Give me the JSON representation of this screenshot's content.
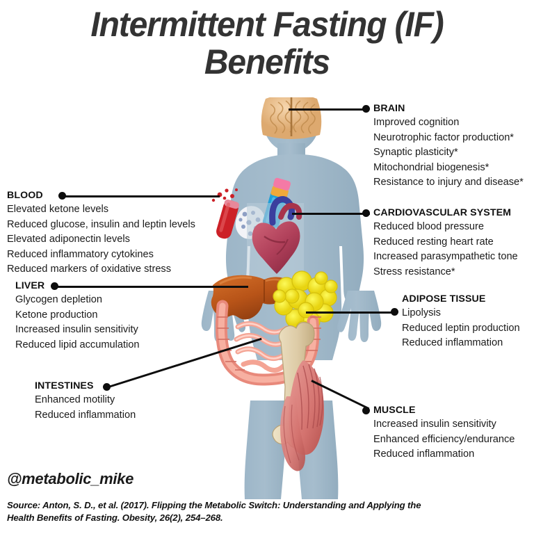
{
  "title": "Intermittent Fasting (IF)\nBenefits",
  "handle": "@metabolic_mike",
  "source": "Source: Anton, S. D.,  et al. (2017). Flipping the Metabolic Switch: Understanding and Applying the\nHealth Benefits of Fasting. Obesity, 26(2), 254–268.",
  "colors": {
    "silhouette": "#a1bacb",
    "silhouette_shadow": "#93aec0",
    "text": "#1a1a1a",
    "title": "#333333",
    "leader": "#0d0d0d",
    "background": "#ffffff",
    "brain": "#e8b887",
    "heart": "#b5465c",
    "liver": "#b4561f",
    "intestine": "#f09a8a",
    "adipose": "#f2e31c",
    "muscle": "#e08a88",
    "bone": "#ddcba6",
    "blood_red": "#cc2027",
    "blood_blue": "#1f9fd8"
  },
  "callouts": [
    {
      "id": "brain",
      "heading": "BRAIN",
      "items": [
        "Improved cognition",
        "Neurotrophic factor production*",
        "Synaptic plasticity*",
        "Mitochondrial biogenesis*",
        "Resistance to injury and disease*"
      ]
    },
    {
      "id": "blood",
      "heading": "BLOOD",
      "items": [
        "Elevated ketone levels",
        "Reduced glucose, insulin and leptin levels",
        "Elevated adiponectin levels",
        "Reduced inflammatory cytokines",
        "Reduced markers of oxidative stress"
      ]
    },
    {
      "id": "cardiovascular",
      "heading": "CARDIOVASCULAR SYSTEM",
      "items": [
        "Reduced blood pressure",
        "Reduced resting heart rate",
        "Increased parasympathetic tone",
        "Stress resistance*"
      ]
    },
    {
      "id": "liver",
      "heading": "LIVER",
      "items": [
        "Glycogen depletion",
        "Ketone production",
        "Increased insulin sensitivity",
        "Reduced lipid accumulation"
      ]
    },
    {
      "id": "adipose",
      "heading": "ADIPOSE TISSUE",
      "items": [
        "Lipolysis",
        "Reduced leptin production",
        "Reduced inflammation"
      ]
    },
    {
      "id": "intestines",
      "heading": "INTESTINES",
      "items": [
        "Enhanced motility",
        "Reduced inflammation"
      ]
    },
    {
      "id": "muscle",
      "heading": "MUSCLE",
      "items": [
        "Increased insulin sensitivity",
        "Enhanced efficiency/endurance",
        "Reduced inflammation"
      ]
    }
  ],
  "organ_labels": {
    "brain": "brain-illustration",
    "heart": "heart-illustration",
    "blood": "blood-vials-illustration",
    "liver": "liver-illustration",
    "intestines": "intestines-illustration",
    "adipose": "adipose-tissue-illustration",
    "muscle": "muscle-illustration",
    "body": "human-body-silhouette"
  }
}
